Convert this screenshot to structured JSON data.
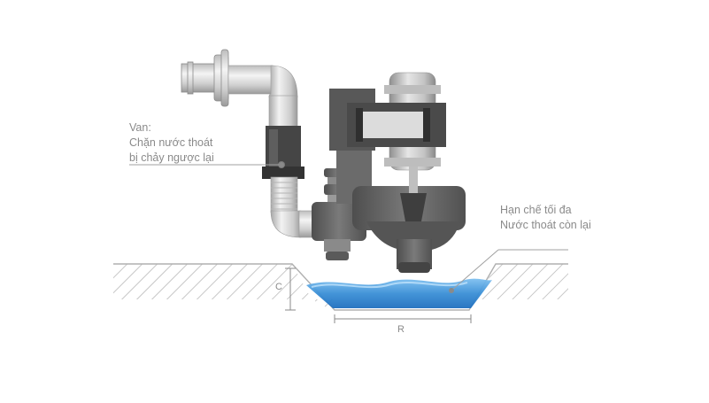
{
  "labels": {
    "valve": [
      "Van:",
      "Chặn nước thoát",
      "bị chảy ngược lại"
    ],
    "water": [
      "Hạn chế tối đa",
      "Nước thoát còn lại"
    ],
    "dim_c": "C",
    "dim_r": "R"
  },
  "colors": {
    "hatch": "#b0b0b0",
    "water": "#3a8fd6",
    "pump_body": "#6f6f6f",
    "pipe": "#d9d9d9",
    "text": "#8a8a8a"
  }
}
